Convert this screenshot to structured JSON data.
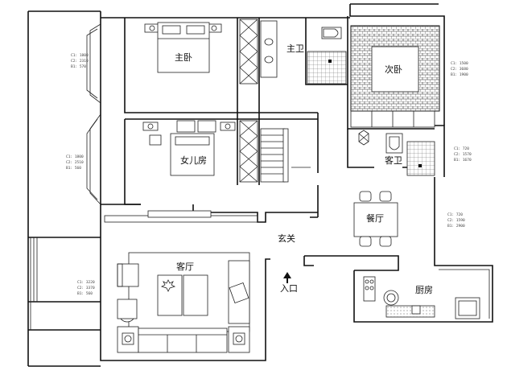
{
  "rooms": {
    "master_bedroom": "主卧",
    "master_bath": "主卫",
    "second_bedroom": "次卧",
    "daughter_room": "女儿房",
    "guest_bath": "客卫",
    "dining": "餐厅",
    "foyer": "玄关",
    "living": "客厅",
    "kitchen": "厨房",
    "entrance": "入口"
  },
  "window_notes": {
    "left_top": [
      "C1: 1800",
      "C2: 2310",
      "B1: 570"
    ],
    "left_mid": [
      "C1: 1800",
      "C2: 2510",
      "B1: 560"
    ],
    "left_bottom": [
      "C1: 3220",
      "C2: 3370",
      "B1: 560"
    ],
    "right_top": [
      "C1: 1500",
      "C2: 3680",
      "B1: 1900"
    ],
    "right_mid": [
      "C1: 720",
      "C2: 1570",
      "B1: 1670"
    ],
    "right_kitchen": [
      "C1: 720",
      "C2: 1590",
      "B1: 2900"
    ]
  },
  "colors": {
    "wall": "#111111",
    "line": "#222222",
    "background": "#ffffff"
  }
}
